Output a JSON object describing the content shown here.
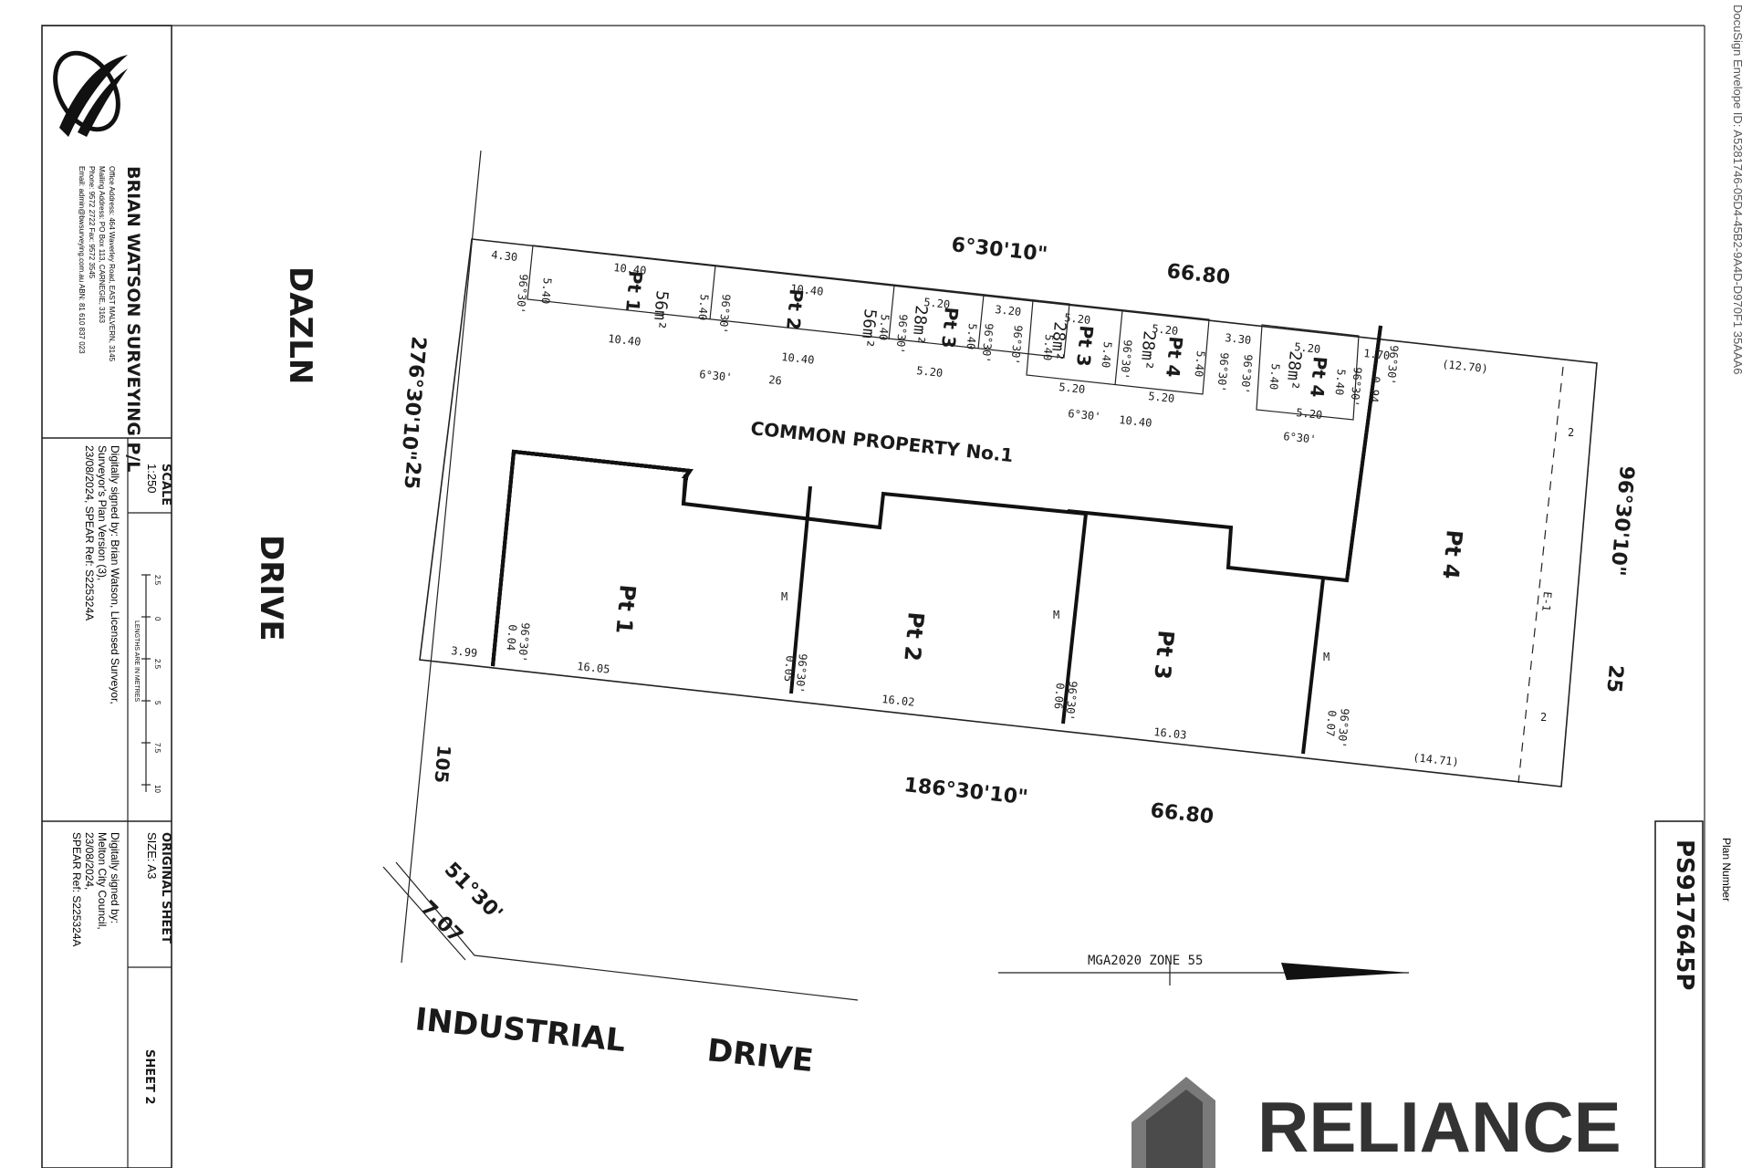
{
  "title_block": {
    "company": "BRIAN WATSON SURVEYING P/L",
    "office": "Office Address: 464 Waverley Road, EAST MALVERN, 3145",
    "mailing": "Mailing Address: PO Box 113, CARNEGIE, 3163",
    "phone": "Phone: 9572 2722    Fax: 9572 3545",
    "email": "Email: admin@bwsurveying.com.au    ABN: 81 610 837 023",
    "scale_label": "SCALE",
    "scale_value": "1:250",
    "scale_ticks": [
      "2.5",
      "0",
      "2.5",
      "5",
      "7.5",
      "10"
    ],
    "scale_units": "LENGTHS ARE IN METRES",
    "signed_surveyor_1": "Digitally signed by: Brian Watson, Licensed Surveyor,",
    "signed_surveyor_2": "Surveyor's Plan Version (3),",
    "signed_surveyor_3": "23/08/2024, SPEAR Ref: S225324A",
    "sheet_label": "ORIGINAL SHEET",
    "sheet_size": "SIZE: A3",
    "signed_council_1": "Digitally signed by:",
    "signed_council_2": "Melton City Council,",
    "signed_council_3": "23/08/2024,",
    "signed_council_4": "SPEAR Ref: S225324A",
    "sheet_number": "SHEET 2",
    "plan_number_label": "Plan Number",
    "plan_number": "PS917645P"
  },
  "roads": {
    "dazln": "DAZLN",
    "drive": "DRIVE",
    "industrial": "INDUSTRIAL",
    "industrial_drive": "DRIVE"
  },
  "bearings": {
    "top_bearing": "6°30'10\"",
    "top_length": "66.80",
    "bottom_bearing": "186°30'10\"",
    "bottom_length": "66.80",
    "left_bearing": "276°30'10\"",
    "left_length": "25",
    "right_bearing": "96°30'10\"",
    "right_length": "25",
    "corner_bearing": "51°30'",
    "corner_length": "7.07",
    "lot_105": "105"
  },
  "common_property": "COMMON PROPERTY    No.1",
  "lots": {
    "pt1": "Pt 1",
    "pt2": "Pt 2",
    "pt3": "Pt 3",
    "pt4": "Pt 4"
  },
  "areas": {
    "a1": "56m²",
    "a2": "56m²",
    "a3": "28m²",
    "a3b": "28m²",
    "a4": "28m²",
    "a4b": "28m²"
  },
  "marks": {
    "m": "M",
    "e1": "E-1",
    "two": "2"
  },
  "dims": {
    "d430": "4.30",
    "d1040": "10.40",
    "d540": "5.40",
    "d520": "5.20",
    "d320": "3.20",
    "d330": "3.30",
    "d170": "1.70",
    "d094": "0.94",
    "d1270": "(12.70)",
    "d1471": "(14.71)",
    "d26": "26",
    "a9630": "96°30'",
    "a630": "6°30'",
    "d399": "3.99",
    "d1605": "16.05",
    "d1602": "16.02",
    "d1603": "16.03",
    "d004": "0.04",
    "d005": "0.05",
    "d006": "0.06",
    "d007": "0.07"
  },
  "north": "MGA2020  ZONE 55",
  "watermark": "RELIANCE",
  "edge_text": "DocuSign Envelope ID: A5281746-05D4-45B2-9A4D-D970F1 35AAA6"
}
